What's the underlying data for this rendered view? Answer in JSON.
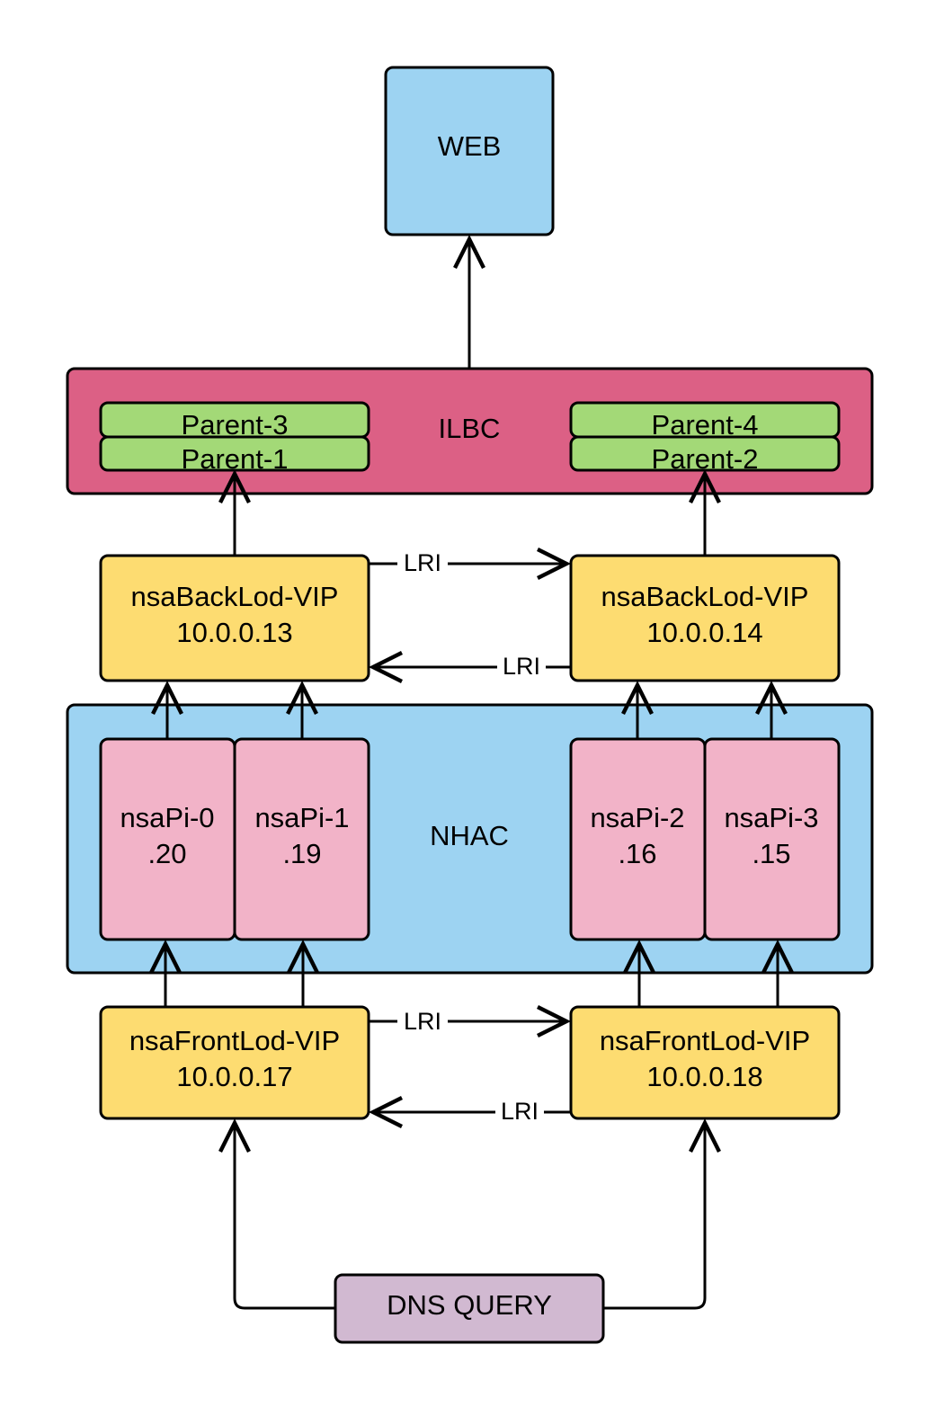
{
  "nodes": {
    "web": {
      "label": "WEB",
      "color": "#9dd3f2"
    },
    "ilbc": {
      "label": "ILBC",
      "color": "#dc6085"
    },
    "parent1": {
      "label": "Parent-1",
      "color": "#a3d977"
    },
    "parent2": {
      "label": "Parent-2",
      "color": "#a3d977"
    },
    "parent3": {
      "label": "Parent-3",
      "color": "#a3d977"
    },
    "parent4": {
      "label": "Parent-4",
      "color": "#a3d977"
    },
    "back1": {
      "name": "nsaBackLod-VIP",
      "ip": "10.0.0.13",
      "color": "#fddc71"
    },
    "back2": {
      "name": "nsaBackLod-VIP",
      "ip": "10.0.0.14",
      "color": "#fddc71"
    },
    "nhac": {
      "label": "NHAC",
      "color": "#9dd3f2"
    },
    "pi0": {
      "name": "nsaPi-0",
      "ip": ".20",
      "color": "#f2b3c8"
    },
    "pi1": {
      "name": "nsaPi-1",
      "ip": ".19",
      "color": "#f2b3c8"
    },
    "pi2": {
      "name": "nsaPi-2",
      "ip": ".16",
      "color": "#f2b3c8"
    },
    "pi3": {
      "name": "nsaPi-3",
      "ip": ".15",
      "color": "#f2b3c8"
    },
    "front1": {
      "name": "nsaFrontLod-VIP",
      "ip": "10.0.0.17",
      "color": "#fddc71"
    },
    "front2": {
      "name": "nsaFrontLod-VIP",
      "ip": "10.0.0.18",
      "color": "#fddc71"
    },
    "dns": {
      "label": "DNS QUERY",
      "color": "#d1b9d1"
    }
  },
  "edges": {
    "back_lri_forward": "LRI",
    "back_lri_backward": "LRI",
    "front_lri_forward": "LRI",
    "front_lri_backward": "LRI"
  },
  "stroke_color": "#000000"
}
